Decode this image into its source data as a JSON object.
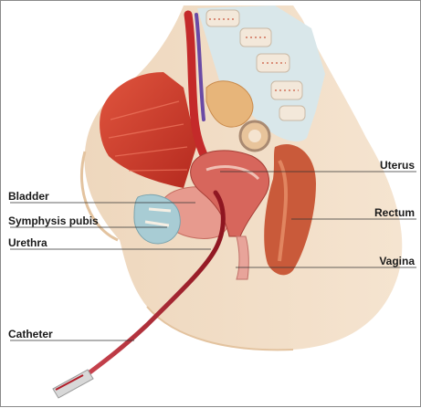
{
  "labels": {
    "uterus": "Uterus",
    "bladder": "Bladder",
    "rectum": "Rectum",
    "symphysis_pubis": "Symphysis pubis",
    "urethra": "Urethra",
    "vagina": "Vagina",
    "catheter": "Catheter"
  },
  "colors": {
    "skin": "#f1dcc4",
    "skin_shadow": "#e7c9a9",
    "muscle": "#c83a2a",
    "bone": "#f6efe4",
    "cartilage": "#a8ccd4",
    "organ": "#d9827a",
    "catheter": "#b21e2a",
    "leader_line": "#333333"
  }
}
